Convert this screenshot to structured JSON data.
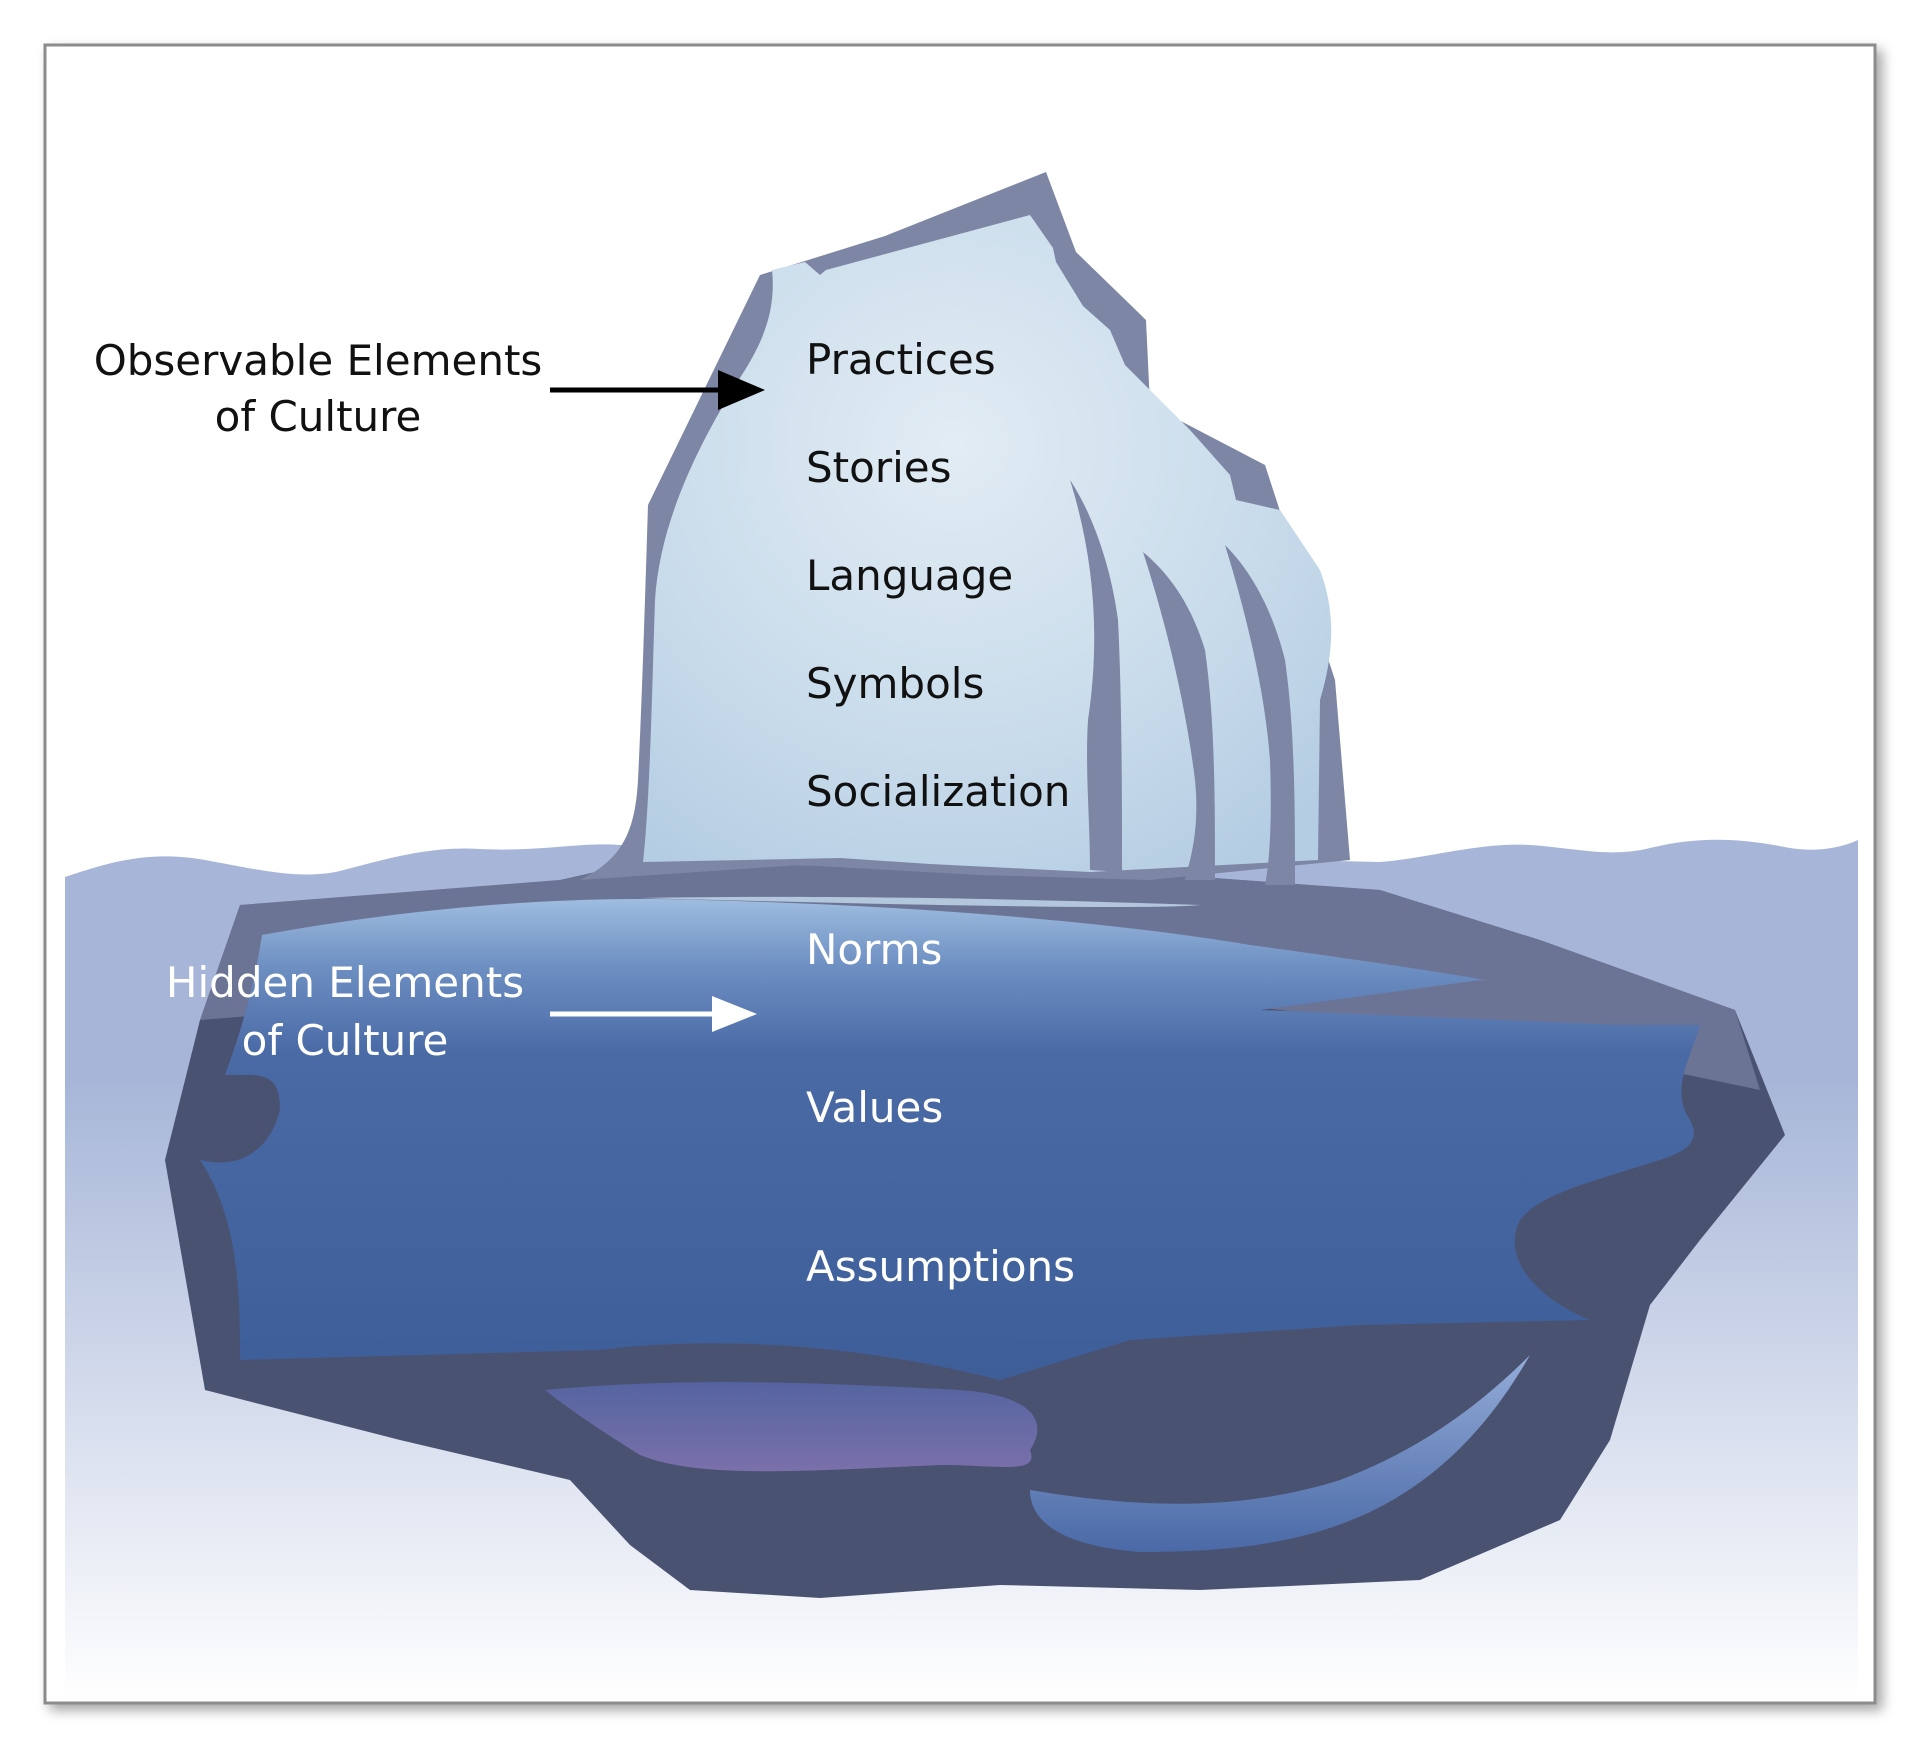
{
  "observable_label": {
    "line1": "Observable Elements",
    "line2": "of Culture"
  },
  "hidden_label": {
    "line1": "Hidden Elements",
    "line2": "of Culture"
  },
  "above_water": [
    "Practices",
    "Stories",
    "Language",
    "Symbols",
    "Socialization"
  ],
  "below_water": [
    "Norms",
    "Values",
    "Assumptions"
  ],
  "colors": {
    "frame_border": "#8c8c8c",
    "water": "#a7b6d8",
    "ice_outline": "#7d86a5",
    "ice_top": "#c4daec",
    "ice_deep": "#3e5f99",
    "ice_bottom_outline": "#4a5272",
    "highlight_purple": "#7a70a8"
  }
}
